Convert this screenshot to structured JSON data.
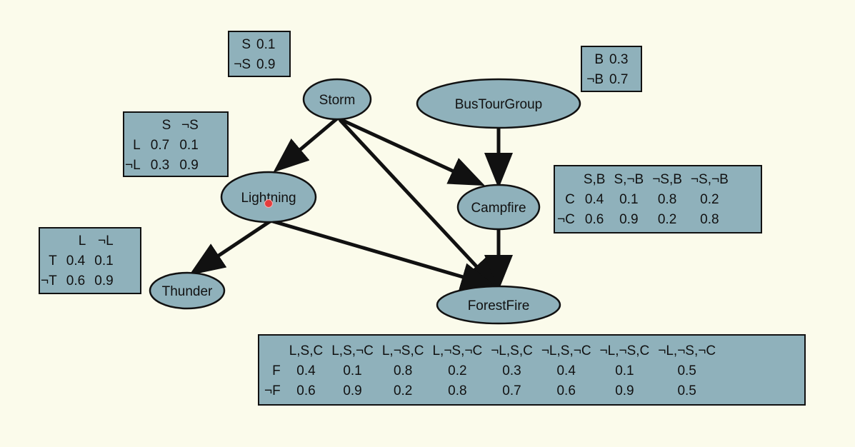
{
  "nodes": {
    "storm": "Storm",
    "bustourgroup": "BusTourGroup",
    "lightning": "Lightning",
    "campfire": "Campfire",
    "thunder": "Thunder",
    "forestfire": "ForestFire"
  },
  "edges": [
    [
      "Storm",
      "Lightning"
    ],
    [
      "Storm",
      "Campfire"
    ],
    [
      "Storm",
      "ForestFire"
    ],
    [
      "BusTourGroup",
      "Campfire"
    ],
    [
      "Lightning",
      "Thunder"
    ],
    [
      "Lightning",
      "ForestFire"
    ],
    [
      "Campfire",
      "ForestFire"
    ]
  ],
  "cpt_storm": {
    "rows": [
      {
        "label": "S",
        "value": "0.1"
      },
      {
        "label": "¬S",
        "value": "0.9"
      }
    ]
  },
  "cpt_bus": {
    "rows": [
      {
        "label": "B",
        "value": "0.3"
      },
      {
        "label": "¬B",
        "value": "0.7"
      }
    ]
  },
  "cpt_lightning": {
    "headers": [
      "S",
      "¬S"
    ],
    "rows": [
      {
        "label": "L",
        "values": [
          "0.7",
          "0.1"
        ]
      },
      {
        "label": "¬L",
        "values": [
          "0.3",
          "0.9"
        ]
      }
    ]
  },
  "cpt_thunder": {
    "headers": [
      "L",
      "¬L"
    ],
    "rows": [
      {
        "label": "T",
        "values": [
          "0.4",
          "0.1"
        ]
      },
      {
        "label": "¬T",
        "values": [
          "0.6",
          "0.9"
        ]
      }
    ]
  },
  "cpt_campfire": {
    "headers": [
      "S,B",
      "S,¬B",
      "¬S,B",
      "¬S,¬B"
    ],
    "rows": [
      {
        "label": "C",
        "values": [
          "0.4",
          "0.1",
          "0.8",
          "0.2"
        ]
      },
      {
        "label": "¬C",
        "values": [
          "0.6",
          "0.9",
          "0.2",
          "0.8"
        ]
      }
    ]
  },
  "cpt_forestfire": {
    "headers": [
      "L,S,C",
      "L,S,¬C",
      "L,¬S,C",
      "L,¬S,¬C",
      "¬L,S,C",
      "¬L,S,¬C",
      "¬L,¬S,C",
      "¬L,¬S,¬C"
    ],
    "rows": [
      {
        "label": "F",
        "values": [
          "0.4",
          "0.1",
          "0.8",
          "0.2",
          "0.3",
          "0.4",
          "0.1",
          "0.5"
        ]
      },
      {
        "label": "¬F",
        "values": [
          "0.6",
          "0.9",
          "0.2",
          "0.8",
          "0.7",
          "0.6",
          "0.9",
          "0.5"
        ]
      }
    ]
  },
  "colors": {
    "background": "#fbfbeb",
    "node_fill": "#8fb1bb",
    "stroke": "#111111",
    "cursor": "#e43c3c"
  }
}
